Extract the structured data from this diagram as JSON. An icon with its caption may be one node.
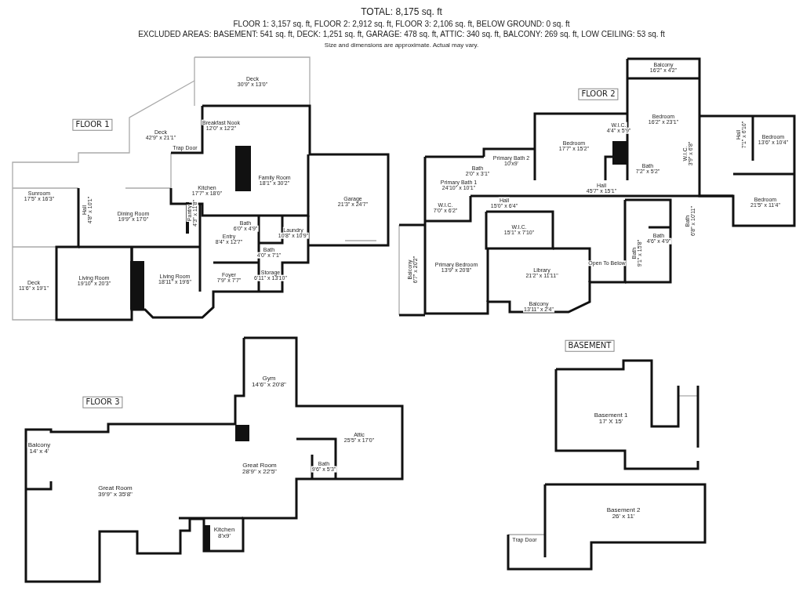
{
  "diagram": {
    "title": "TOTAL: 8,175 sq. ft",
    "caption": "Size and dimensions are approximate. Actual may vary.",
    "nodes": [
      {
        "text": [
          "FLOOR 1"
        ]
      },
      {
        "text": [
          "Deck",
          "30'9\" x 13'0\""
        ]
      },
      {
        "text": [
          "Deck",
          "42'9\" x 21'1\""
        ]
      },
      {
        "text": [
          "Breakfast Nook",
          "12'0\" x 12'2\""
        ]
      },
      {
        "text": [
          "Kitchen",
          "17'7\" x 18'0\""
        ]
      },
      {
        "text": [
          "Family Room",
          "18'1\" x 30'2\""
        ]
      },
      {
        "text": [
          "Garage",
          "21'3\" x 24'7\""
        ]
      },
      {
        "text": [
          "Sunroom",
          "17'5\" x 16'3\""
        ]
      },
      {
        "text": [
          "Hall",
          "4'8\" x 10'1\""
        ]
      },
      {
        "text": [
          "Dining Room",
          "19'9\" x 17'0\""
        ]
      },
      {
        "text": [
          "Pantry",
          "4'3\" x 11'8\""
        ]
      },
      {
        "text": [
          "Bath",
          "6'0\" x 4'9\""
        ]
      },
      {
        "text": [
          "Laundry",
          "10'8\" x 10'9\""
        ]
      },
      {
        "text": [
          "Entry",
          "8'4\" x 12'7\""
        ]
      },
      {
        "text": [
          "Bath",
          "4'0\" x 7'1\""
        ]
      },
      {
        "text": [
          "Deck",
          "11'6\" x 19'1\""
        ]
      },
      {
        "text": [
          "Living Room",
          "19'10\" x 20'3\""
        ]
      },
      {
        "text": [
          "Living Room",
          "18'11\" x 19'6\""
        ]
      },
      {
        "text": [
          "Foyer",
          "7'9\" x 7'7\""
        ]
      },
      {
        "text": [
          "Storage",
          "6'11\" x 13'10\""
        ]
      },
      {
        "text": [
          "FLOOR 2"
        ]
      },
      {
        "text": [
          "Balcony",
          "16'2\" x 4'2\""
        ]
      },
      {
        "text": [
          "Bedroom",
          "16'2\" x 23'1\""
        ]
      },
      {
        "text": [
          "W.I.C.",
          "4'4\" x 5'9\""
        ]
      },
      {
        "text": [
          "Bedroom",
          "17'7\" x 15'2\""
        ]
      },
      {
        "text": [
          "Hall",
          "7'1\" x 6'10\""
        ]
      },
      {
        "text": [
          "Bedroom",
          "13'6\" x 10'4\""
        ]
      },
      {
        "text": [
          "W.I.C.",
          "3'9\" x 6'8\""
        ]
      },
      {
        "text": [
          "Bath",
          "2'0\" x 3'1\""
        ]
      },
      {
        "text": [
          "Primary Bath 2",
          "10'x9'"
        ]
      },
      {
        "text": [
          "Bath",
          "7'2\" x 5'2\""
        ]
      },
      {
        "text": [
          "Primary Bath 1",
          "24'10\" x 10'1\""
        ]
      },
      {
        "text": [
          "Hall",
          "45'7\" x 15'1\""
        ]
      },
      {
        "text": [
          "Bedroom",
          "21'5\" x 11'4\""
        ]
      },
      {
        "text": [
          "W.I.C.",
          "7'0\" x 6'2\""
        ]
      },
      {
        "text": [
          "Hall",
          "15'0\" x 6'4\""
        ]
      },
      {
        "text": [
          "Bath",
          "6'8\" x 10'11\""
        ]
      },
      {
        "text": [
          "W.I.C.",
          "15'1\" x 7'10\""
        ]
      },
      {
        "text": [
          "Bath",
          "4'6\" x 4'9\""
        ]
      },
      {
        "text": [
          "Bath",
          "9'1\" x 15'8\""
        ]
      },
      {
        "text": [
          "Balcony",
          "6'7\" x 20'2\""
        ]
      },
      {
        "text": [
          "Primary Bedroom",
          "13'9\" x 20'8\""
        ]
      },
      {
        "text": [
          "Open To Below"
        ]
      },
      {
        "text": [
          "Library",
          "21'2\" x 11'11\""
        ]
      },
      {
        "text": [
          "Balcony",
          "13'11\" x 2'4\""
        ]
      },
      {
        "text": [
          "BASEMENT"
        ]
      },
      {
        "text": [
          "Gym",
          "14'6\" x 20'8\""
        ]
      },
      {
        "text": [
          "FLOOR 3"
        ]
      },
      {
        "text": [
          "Basement 1",
          "17' X 15'"
        ]
      },
      {
        "text": [
          "Attic",
          "25'5\" x 17'0\""
        ]
      },
      {
        "text": [
          "Balcony",
          "14' x 4'"
        ]
      },
      {
        "text": [
          "Bath",
          "9'6\" x 5'3\""
        ]
      },
      {
        "text": [
          "Great Room",
          "28'9\" x 22'5\""
        ]
      },
      {
        "text": [
          "Great Room",
          "39'9\" x 35'8\""
        ]
      },
      {
        "text": [
          "Basement 2",
          "26' x 11'"
        ]
      },
      {
        "text": [
          "Kitchen",
          "8'x9'"
        ]
      }
    ],
    "labels": [
      "FLOOR 1: 3,157 sq. ft, FLOOR 2: 2,912 sq. ft, FLOOR 3: 2,106 sq. ft, BELOW GROUND: 0 sq. ft",
      "EXCLUDED AREAS: BASEMENT: 541 sq. ft, DECK: 1,251 sq. ft, GARAGE: 478 sq. ft, ATTIC: 340 sq. ft, BALCONY: 269 sq. ft, LOW CEILING: 53 sq. ft",
      "Trap Door",
      "Trap Door"
    ]
  }
}
